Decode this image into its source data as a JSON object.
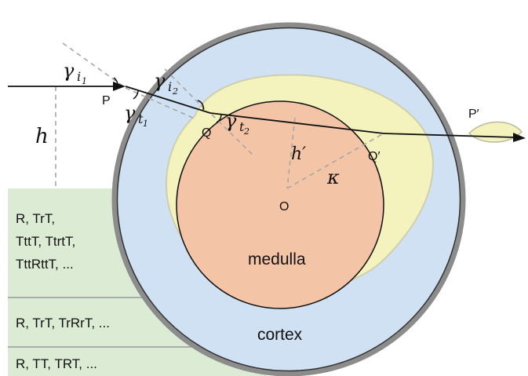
{
  "labels": {
    "P": "P",
    "P_prime": "P′",
    "Q": "Q",
    "Q_prime": "Q′",
    "O": "O",
    "medulla": "medulla",
    "cortex": "cortex"
  },
  "math": {
    "h": "h",
    "h_prime": "h′",
    "kappa": "κ",
    "gamma_i1": {
      "base": "γ",
      "sub": "i",
      "subsub": "1"
    },
    "gamma_i2": {
      "base": "γ",
      "sub": "i",
      "subsub": "2"
    },
    "gamma_t1": {
      "base": "γ",
      "sub": "t",
      "subsub": "1"
    },
    "gamma_t2": {
      "base": "γ",
      "sub": "t",
      "subsub": "2"
    }
  },
  "table": {
    "row1": [
      "R, TrT,",
      "TttT, TtrtT,",
      "TttRttT, ..."
    ],
    "row2": [
      "R, TrT, TrRrT, ..."
    ],
    "row3": [
      "R, TT, TRT, ..."
    ]
  },
  "colors": {
    "cortex": "#cfe1f2",
    "medulla": "#f4c4a6",
    "yellow_region": "#f4f3bd",
    "table_bg": "#dcebd3",
    "outer_ring": "#8c8c8c",
    "dashed": "#a6a6a6"
  }
}
